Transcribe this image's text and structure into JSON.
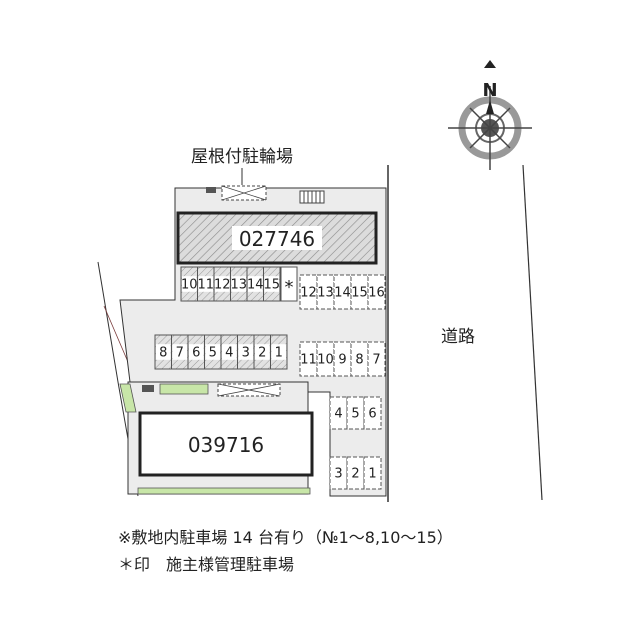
{
  "compass": {
    "north_label": "N",
    "icon": "compass-rose-icon"
  },
  "labels": {
    "bicycle_parking": "屋根付駐輪場",
    "building_a": "027746",
    "building_b": "039716",
    "road": "道路",
    "reserved_mark": "*"
  },
  "parking": {
    "row_upper_left": [
      "10",
      "11",
      "12",
      "13",
      "14",
      "15"
    ],
    "row_mid_left": [
      "8",
      "7",
      "6",
      "5",
      "4",
      "3",
      "2",
      "1"
    ],
    "row_upper_right": [
      "12",
      "13",
      "14",
      "15",
      "16"
    ],
    "row_mid_right": [
      "11",
      "10",
      "9",
      "8",
      "7"
    ],
    "row_lower_right_a": [
      "4",
      "5",
      "6"
    ],
    "row_lower_right_b": [
      "3",
      "2",
      "1"
    ]
  },
  "notes": {
    "line1": "※敷地内駐車場 14 台有り（№1～8,10～15）",
    "line2": "＊印　施主様管理駐車場"
  },
  "colors": {
    "lot_fill": "#ececec",
    "hatch_fill": "#d6d6d6",
    "green_strip": "#c8e6a8",
    "line": "#333333"
  }
}
